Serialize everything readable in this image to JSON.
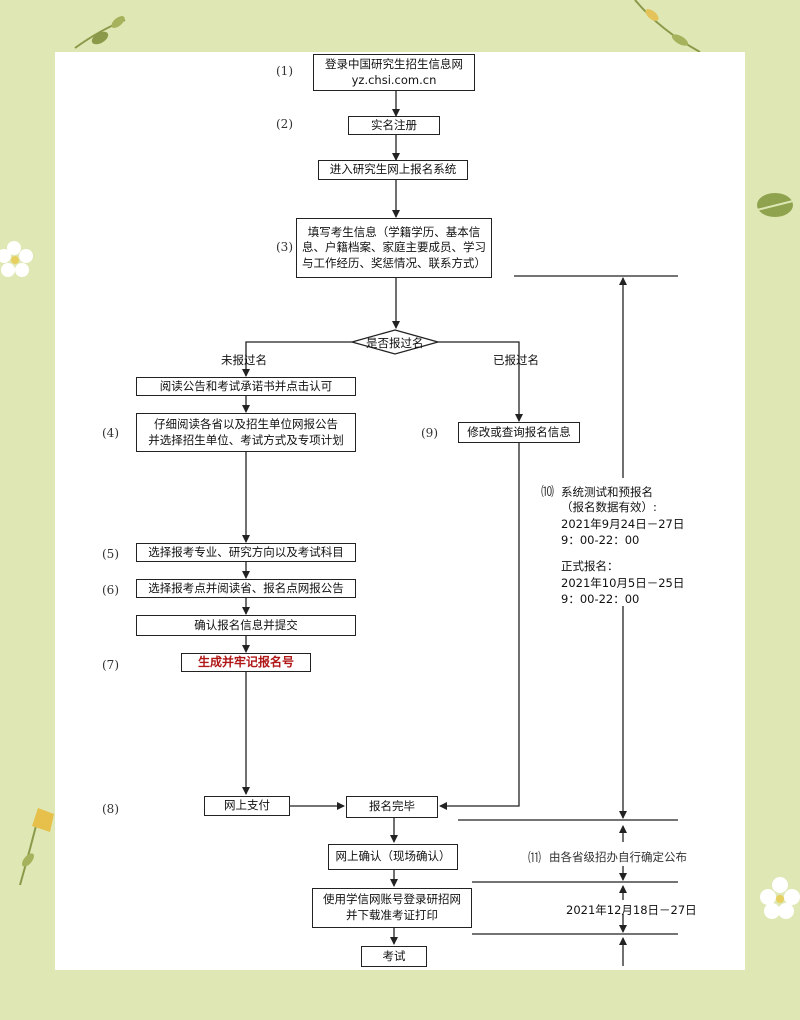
{
  "steps": {
    "s1": "(1)",
    "s2": "(2)",
    "s3": "(3)",
    "s4": "(4)",
    "s5": "(5)",
    "s6": "(6)",
    "s7": "(7)",
    "s8": "(8)",
    "s9": "(9)",
    "s10": "⑽",
    "s11": "⑾"
  },
  "boxes": {
    "login_l1": "登录中国研究生招生信息网",
    "login_l2": "yz.chsi.com.cn",
    "register": "实名注册",
    "enter_system": "进入研究生网上报名系统",
    "fill_l1": "填写考生信息（学籍学历、基本信",
    "fill_l2": "息、户籍档案、家庭主要成员、学习",
    "fill_l3": "与工作经历、奖惩情况、联系方式）",
    "read_notice": "阅读公告和考试承诺书并点击认可",
    "read_detail_l1": "仔细阅读各省以及招生单位网报公告",
    "read_detail_l2": "并选择招生单位、考试方式及专项计划",
    "modify": "修改或查询报名信息",
    "choose_major": "选择报考专业、研究方向以及考试科目",
    "choose_site": "选择报考点并阅读省、报名点网报公告",
    "confirm_submit": "确认报名信息并提交",
    "generate": "生成并牢记报名号",
    "pay": "网上支付",
    "done": "报名完毕",
    "online_confirm": "网上确认（现场确认）",
    "download_l1": "使用学信网账号登录研招网",
    "download_l2": "并下载准考证打印",
    "exam": "考试"
  },
  "decision": {
    "question": "是否报过名",
    "no": "未报过名",
    "yes": "已报过名"
  },
  "timeline": {
    "t1": "系统测试和预报名",
    "t2": "（报名数据有效）:",
    "t3": "2021年9月24日－27日",
    "t4": "9：00-22：00",
    "t5": "正式报名：",
    "t6": "2021年10月5日－25日",
    "t7": "9：00-22：00",
    "confirm_note": "由各省级招办自行确定公布",
    "print_date": "2021年12月18日－27日"
  }
}
